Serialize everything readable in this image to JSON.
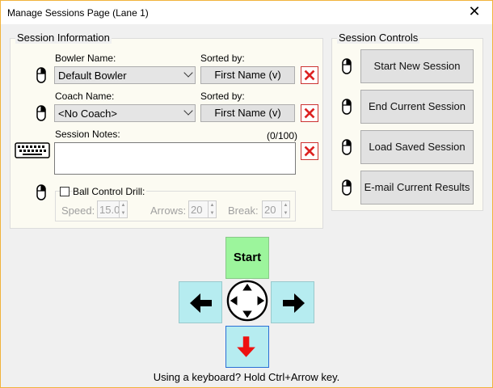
{
  "window": {
    "title": "Manage Sessions Page (Lane 1)",
    "close_glyph": "✕"
  },
  "session_info": {
    "title": "Session Information",
    "bowler_label": "Bowler Name:",
    "bowler_value": "Default Bowler",
    "bowler_sorted_label": "Sorted by:",
    "bowler_sorted_value": "First Name (v)",
    "coach_label": "Coach Name:",
    "coach_value": "<No Coach>",
    "coach_sorted_label": "Sorted by:",
    "coach_sorted_value": "First Name (v)",
    "notes_label": "Session Notes:",
    "notes_count": "(0/100)",
    "notes_value": "",
    "drill": {
      "label": "Ball Control Drill:",
      "checked": false,
      "speed_label": "Speed:",
      "speed_value": "15.0",
      "arrows_label": "Arrows:",
      "arrows_value": "20",
      "break_label": "Break:",
      "break_value": "20"
    }
  },
  "session_controls": {
    "title": "Session Controls",
    "start_new": "Start New Session",
    "end_current": "End Current Session",
    "load_saved": "Load Saved Session",
    "email_results": "E-mail Current Results"
  },
  "nav": {
    "start_label": "Start"
  },
  "hint": "Using a keyboard?  Hold Ctrl+Arrow key.",
  "colors": {
    "start_green": "#9cf59c",
    "nav_cyan": "#b6ecf0",
    "down_red": "#ee1111",
    "delete_red": "#dd2222",
    "window_border": "#f1b33c"
  }
}
